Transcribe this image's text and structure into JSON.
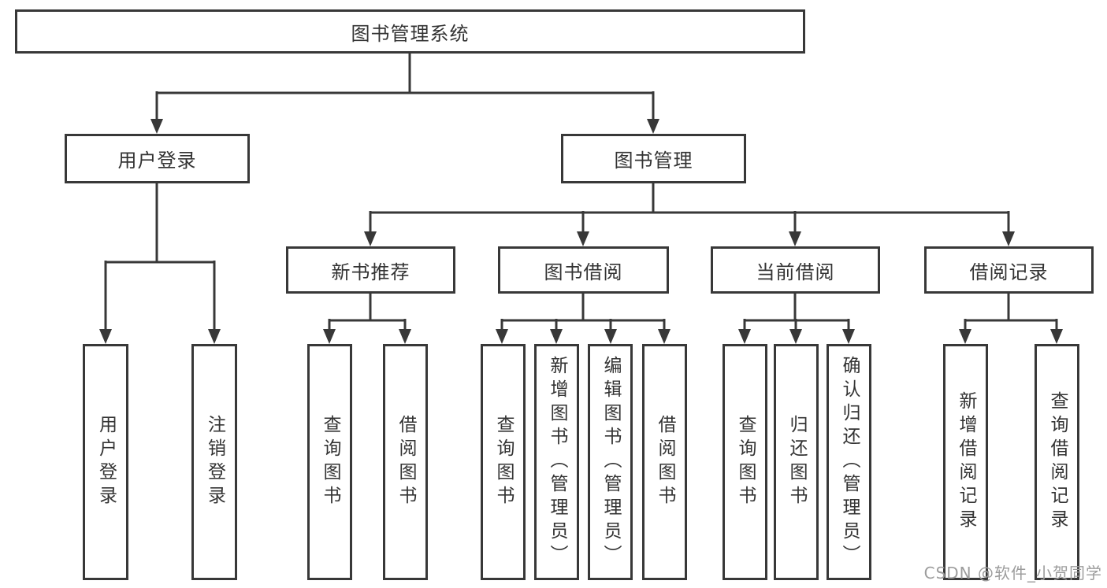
{
  "diagram": {
    "root": {
      "label": "图书管理系统"
    },
    "branches": [
      {
        "label": "用户登录",
        "children": [
          {
            "label": "用户登录"
          },
          {
            "label": "注销登录"
          }
        ]
      },
      {
        "label": "图书管理",
        "children": [
          {
            "label": "新书推荐",
            "children": [
              {
                "label": "查询图书"
              },
              {
                "label": "借阅图书"
              }
            ]
          },
          {
            "label": "图书借阅",
            "children": [
              {
                "label": "查询图书"
              },
              {
                "label": "新增图书（管理员）"
              },
              {
                "label": "编辑图书（管理员）"
              },
              {
                "label": "借阅图书"
              }
            ]
          },
          {
            "label": "当前借阅",
            "children": [
              {
                "label": "查询图书"
              },
              {
                "label": "归还图书"
              },
              {
                "label": "确认归还（管理员）"
              }
            ]
          },
          {
            "label": "借阅记录",
            "children": [
              {
                "label": "新增借阅记录"
              },
              {
                "label": "查询借阅记录"
              }
            ]
          }
        ]
      }
    ]
  },
  "watermark": {
    "text": "CSDN @软件_小贺同学"
  },
  "colors": {
    "line": "#383838",
    "box_border": "#383838",
    "box_fill": "#ffffff",
    "text": "#333333",
    "watermark": "#9c9c9c",
    "background": "#ffffff"
  }
}
